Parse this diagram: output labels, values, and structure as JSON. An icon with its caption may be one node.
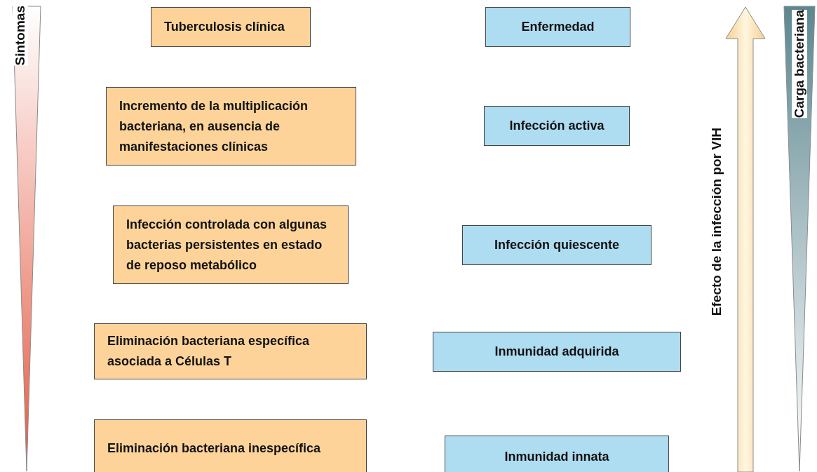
{
  "diagram": {
    "nodes": [
      {
        "text": [
          "Sintomas"
        ]
      },
      {
        "text": [
          "Tuberculosis clínica"
        ]
      },
      {
        "text": [
          "Enfermedad"
        ]
      },
      {
        "text": [
          "Incremento de la multiplicación bacteriana, en ausencia de manifestaciones clínicas"
        ]
      },
      {
        "text": [
          "Infección activa"
        ]
      },
      {
        "text": [
          "Infección controlada con algunas bacterias persistentes en estado de reposo metabólico"
        ]
      },
      {
        "text": [
          "Infección quiescente"
        ]
      },
      {
        "text": [
          "Eliminación bacteriana específica asociada a Células T"
        ]
      },
      {
        "text": [
          "Inmunidad adquirida"
        ]
      },
      {
        "text": [
          "Eliminación bacteriana inespecífica"
        ]
      },
      {
        "text": [
          "Inmunidad innata"
        ]
      },
      {
        "text": [
          "Carga bacteriana"
        ]
      }
    ],
    "labels": [
      "Efecto de la infección por VIH"
    ]
  }
}
